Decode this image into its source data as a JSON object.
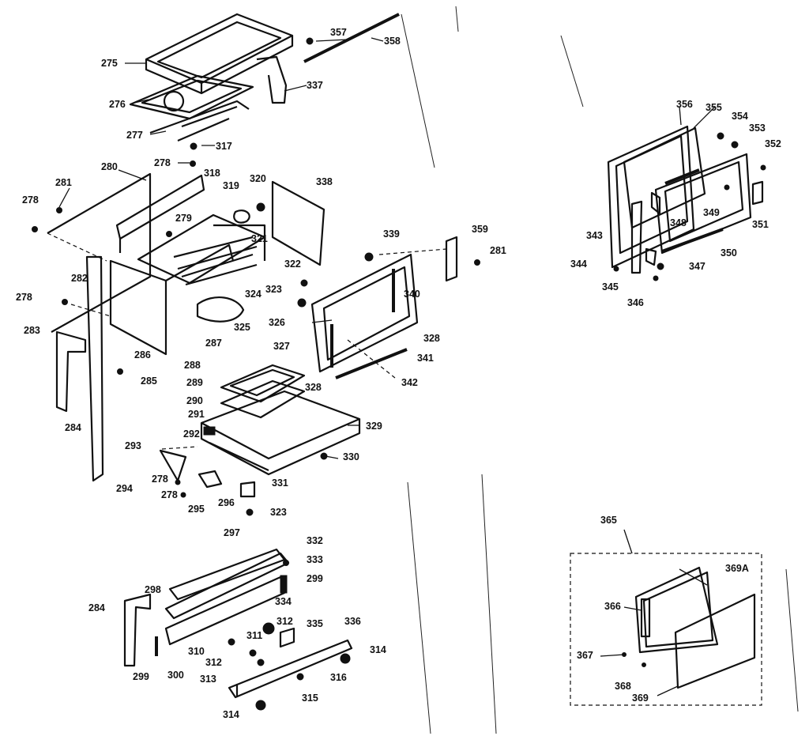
{
  "diagram": {
    "callouts": [
      "275",
      "276",
      "277",
      "278",
      "279",
      "280",
      "281",
      "282",
      "283",
      "284",
      "285",
      "286",
      "287",
      "288",
      "289",
      "290",
      "291",
      "292",
      "293",
      "294",
      "295",
      "296",
      "297",
      "298",
      "299",
      "300",
      "310",
      "311",
      "312",
      "313",
      "314",
      "315",
      "316",
      "317",
      "318",
      "319",
      "320",
      "321",
      "322",
      "323",
      "324",
      "325",
      "326",
      "327",
      "328",
      "329",
      "330",
      "331",
      "332",
      "333",
      "334",
      "335",
      "336",
      "337",
      "338",
      "339",
      "340",
      "341",
      "342",
      "343",
      "344",
      "345",
      "346",
      "347",
      "348",
      "349",
      "350",
      "351",
      "352",
      "353",
      "354",
      "355",
      "356",
      "357",
      "358",
      "359",
      "365",
      "366",
      "367",
      "368",
      "369",
      "369A"
    ]
  }
}
